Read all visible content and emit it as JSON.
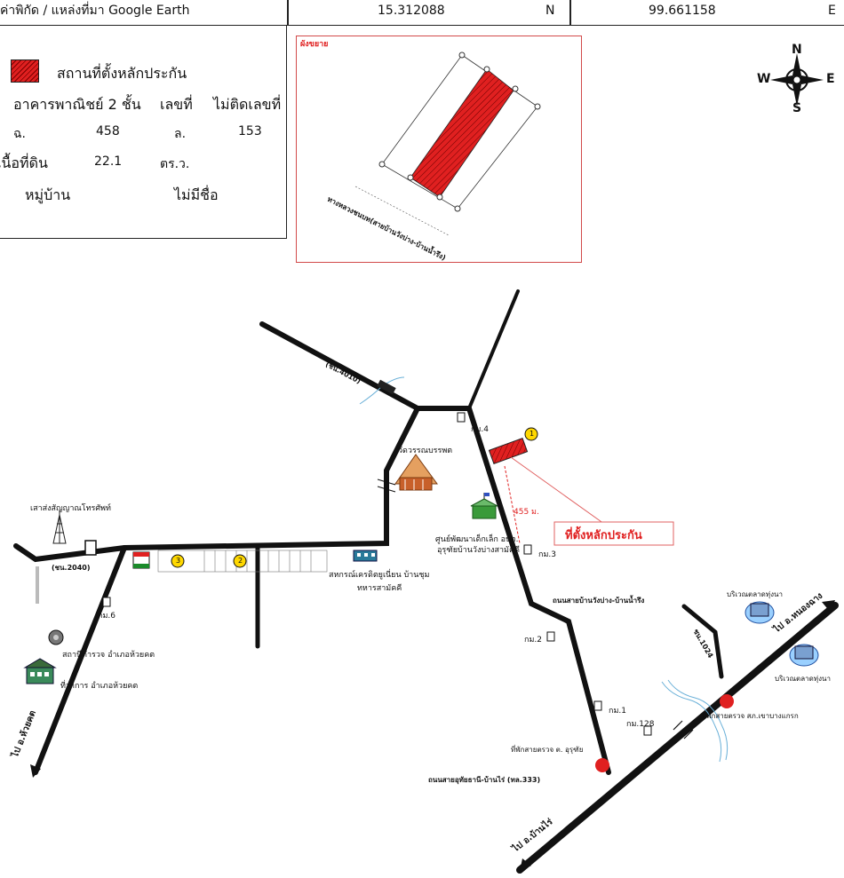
{
  "header": {
    "source_label": "ค่าพิกัด / แหล่งที่มา Google Earth",
    "lat_value": "15.312088",
    "lat_dir": "N",
    "lon_value": "99.661158",
    "lon_dir": "E"
  },
  "legend": {
    "location_label": "สถานที่ตั้งหลักประกัน",
    "building_type": "อาคารพาณิชย์ 2 ชั้น",
    "number_label": "เลขที่",
    "number_value": "ไม่ติดเลขที่",
    "deed_prefix": "ฉ.",
    "deed_no": "458",
    "land_prefix": "ล.",
    "land_no": "153",
    "area_label": "เนื้อที่ดิน",
    "area_value": "22.1",
    "area_unit": "ตร.ว.",
    "village_label": "หมู่บ้าน",
    "village_value": "ไม่มีชื่อ"
  },
  "plan": {
    "title": "ผังขยาย",
    "road_label": "ทางหลวงชนบท(สายบ้านวังบ่าง-บ้านน้ำรึง)"
  },
  "compass": {
    "n": "N",
    "s": "S",
    "e": "E",
    "w": "W"
  },
  "map": {
    "collateral_label": "ที่ตั้งหลักประกัน",
    "distance": "455 ม.",
    "marker_1": "1",
    "marker_2": "2",
    "marker_3": "3",
    "road_4010": "(ชน.4010)",
    "road_2040": "(ชน.2040)",
    "road_1024": "ชน.1024",
    "km4": "กม.4",
    "km3": "กม.3",
    "km2": "กม.2",
    "km1": "กม.1",
    "km6": "กม.6",
    "km128": "กม.128",
    "temple": "วัดวรรณบรรพต",
    "child_center": "ศูนย์พัฒนาเด็กเล็ก อบต.",
    "child_center2": "อุรุฑัยบ้านวังบ่างสามัคคี",
    "coop": "สหกรณ์เครดิตยูเนี่ยน บ้านชุม",
    "coop2": "ทหารสามัคคี",
    "tower": "เสาส่งสัญญาณโทรศัพท์",
    "police": "สถานีตำรวจ อำเภอห้วยคต",
    "district": "ที่ว่าการ อำเภอห้วยคต",
    "road_wangbang": "ถนนสายบ้านวังบ่าง-บ้านน้ำรึง",
    "road_333": "ถนนสายอุทัยธานี-บ้านไร่ (ทล.333)",
    "rest_stop1": "ที่พักสายตรวจ ต. อุรุฑัย",
    "rest_stop2": "ที่พักสายตรวจ สภ.เขาบางแกรก",
    "market1": "บริเวณตลาดทุ่งนา",
    "market2": "บริเวณตลาดทุ่งนา",
    "to_nongchang": "ไป อ.หนองฉาง",
    "to_banrai": "ไป อ.บ้านไร่",
    "to_huaikhot": "ไป อ.ห้วยคต"
  },
  "colors": {
    "accent_red": "#e02020",
    "road": "#111111"
  }
}
